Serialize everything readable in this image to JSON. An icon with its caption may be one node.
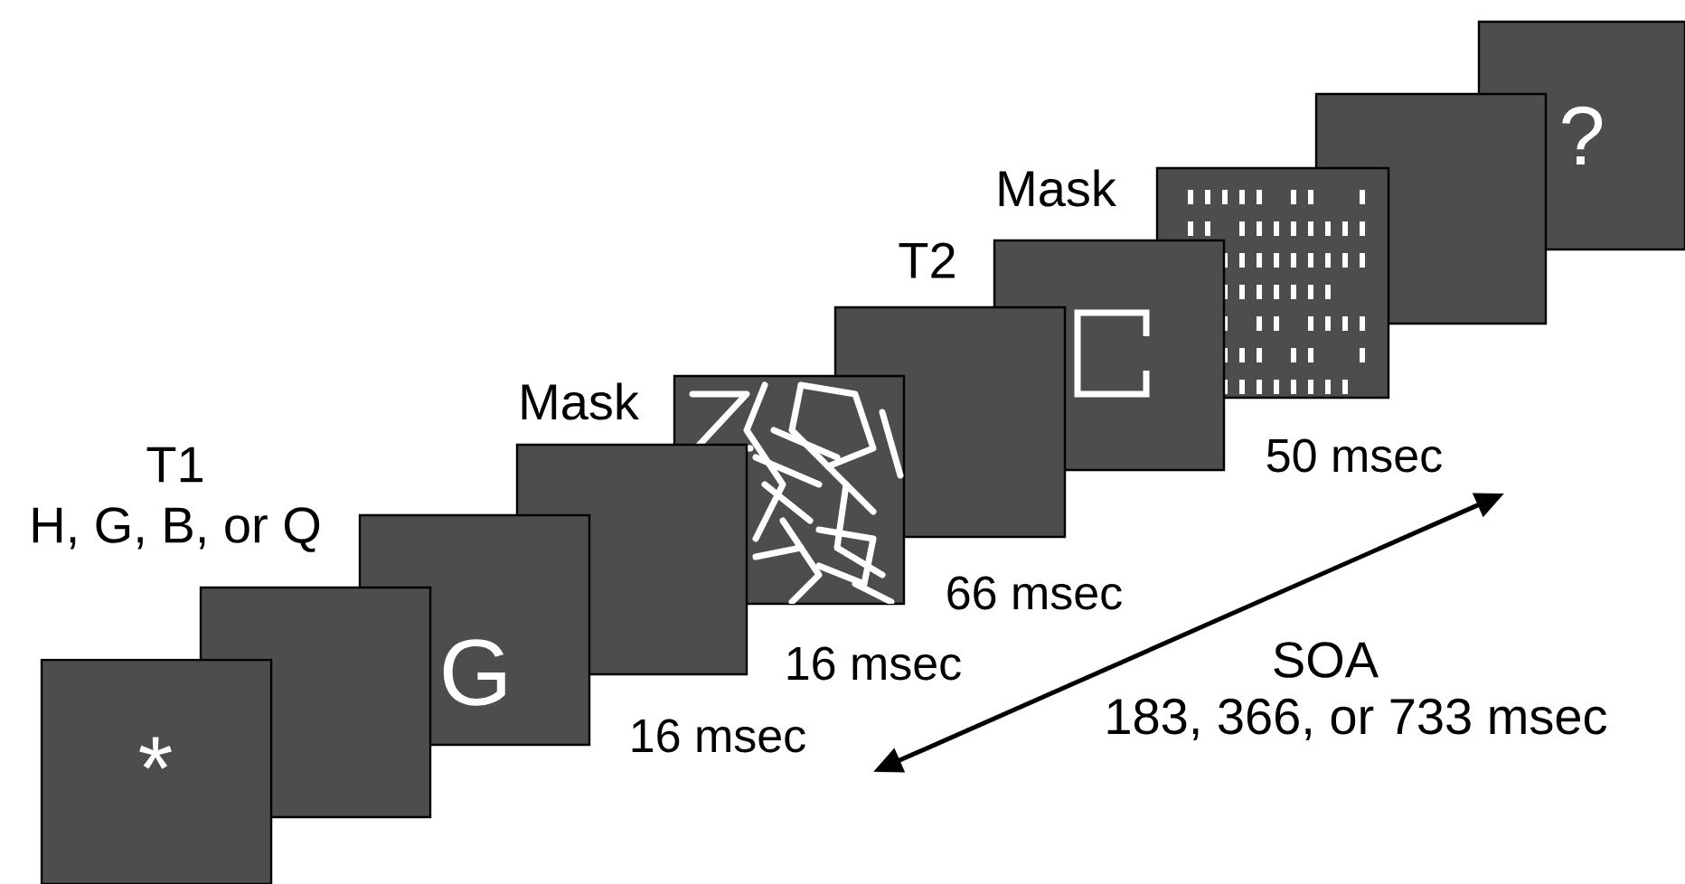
{
  "diagram": {
    "nodes": [
      {
        "text": [
          "*"
        ]
      },
      {
        "text": [],
        "shape": "box"
      },
      {
        "text": [
          "G"
        ]
      },
      {
        "text": [],
        "shape": "box"
      },
      {
        "text": [],
        "shape": "picture"
      },
      {
        "text": [],
        "shape": "box"
      },
      {
        "text": [],
        "shape": "picture"
      },
      {
        "text": [],
        "shape": "picture"
      },
      {
        "text": [],
        "shape": "box"
      },
      {
        "text": [
          "?"
        ]
      }
    ],
    "labels": [
      "T1",
      "H, G, B, or Q",
      "Mask",
      "16 msec",
      "16 msec",
      "T2",
      "66 msec",
      "Mask",
      "50 msec",
      "SOA",
      "183, 366, or 733 msec"
    ]
  }
}
